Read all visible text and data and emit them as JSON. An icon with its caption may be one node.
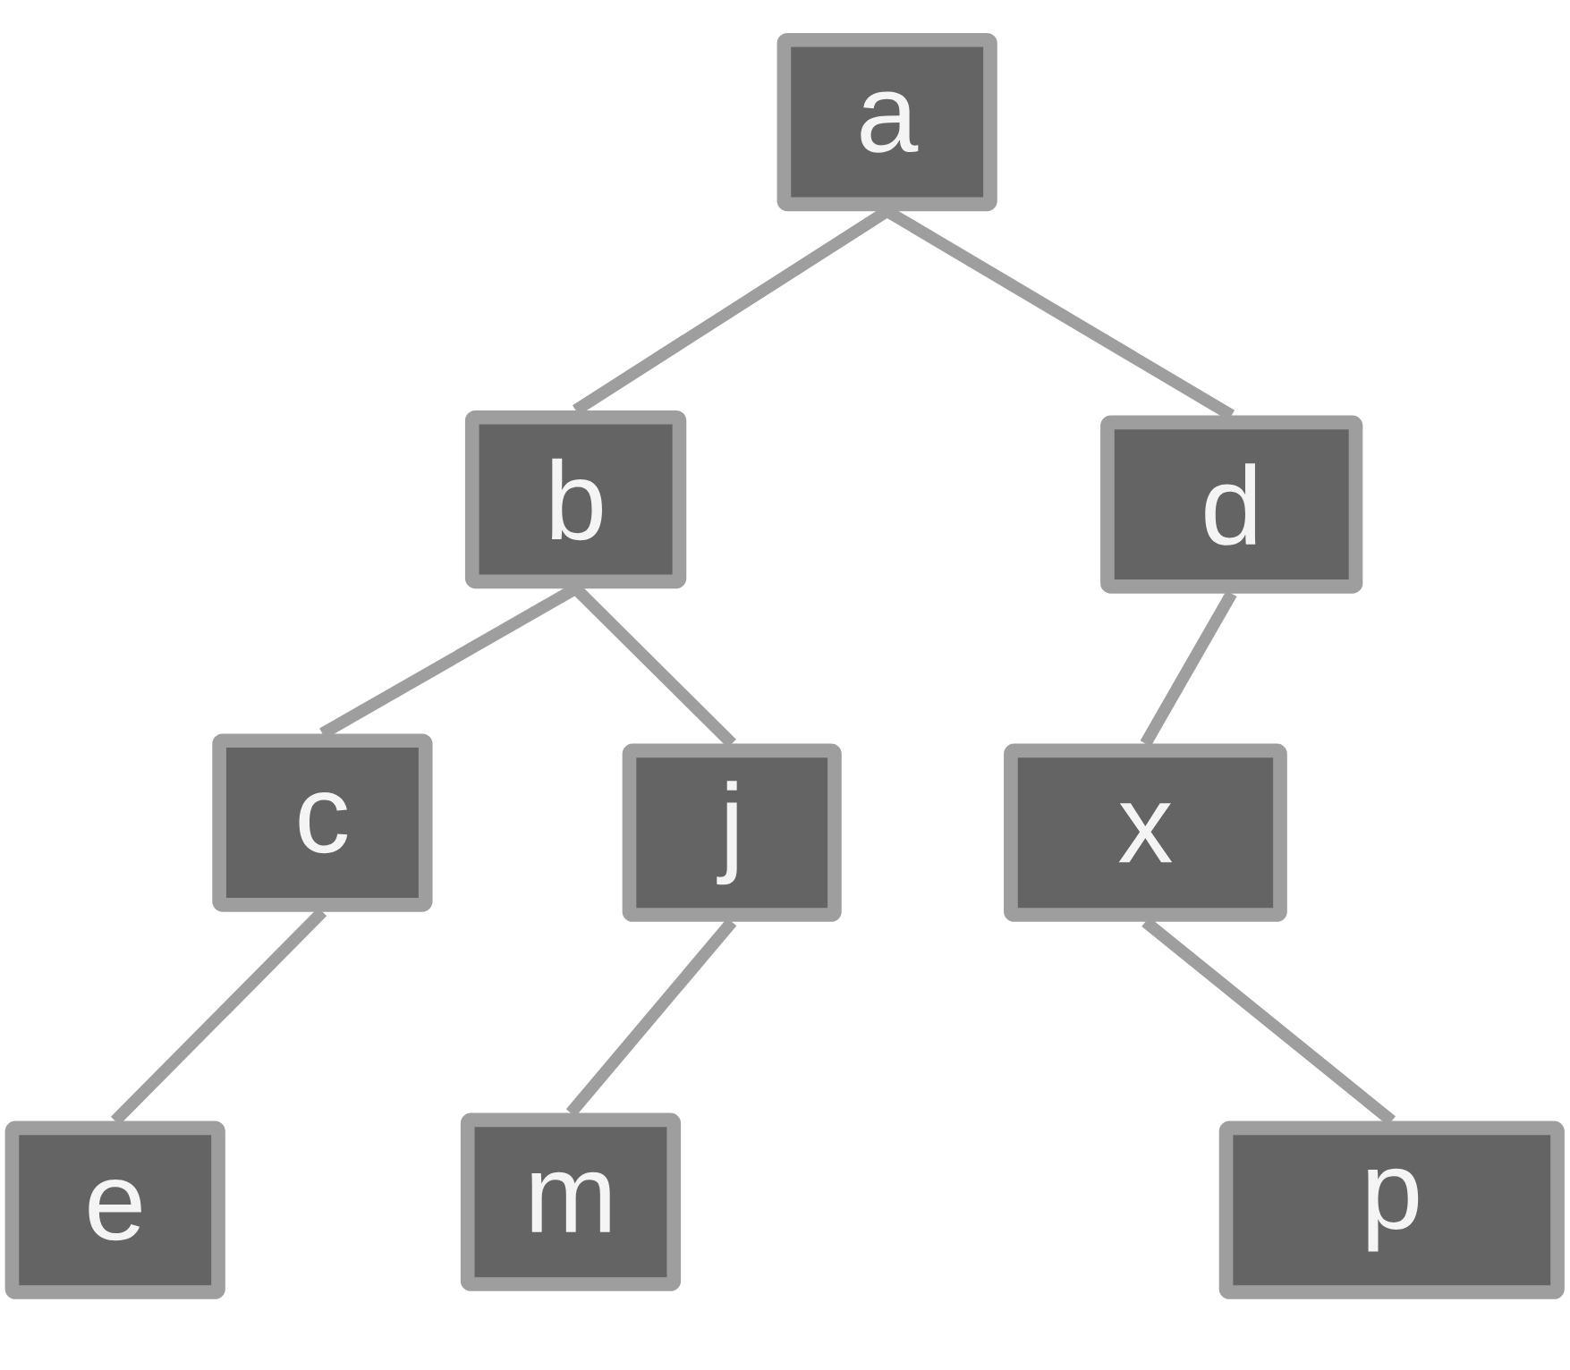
{
  "diagram": {
    "nodes": [
      {
        "text": [
          "a"
        ]
      },
      {
        "text": [
          "b"
        ]
      },
      {
        "text": [
          "d"
        ]
      },
      {
        "text": [
          "c"
        ]
      },
      {
        "text": [
          "j"
        ]
      },
      {
        "text": [
          "x"
        ]
      },
      {
        "text": [
          "e"
        ]
      },
      {
        "text": [
          "m"
        ]
      },
      {
        "text": [
          "p"
        ]
      }
    ],
    "edges": [
      {
        "from": 0,
        "to": 1,
        "arrow": "none"
      },
      {
        "from": 0,
        "to": 2,
        "arrow": "none"
      },
      {
        "from": 1,
        "to": 3,
        "arrow": "none"
      },
      {
        "from": 1,
        "to": 4,
        "arrow": "none"
      },
      {
        "from": 2,
        "to": 5,
        "arrow": "none"
      },
      {
        "from": 3,
        "to": 6,
        "arrow": "none"
      },
      {
        "from": 4,
        "to": 7,
        "arrow": "none"
      },
      {
        "from": 5,
        "to": 8,
        "arrow": "none"
      }
    ]
  }
}
